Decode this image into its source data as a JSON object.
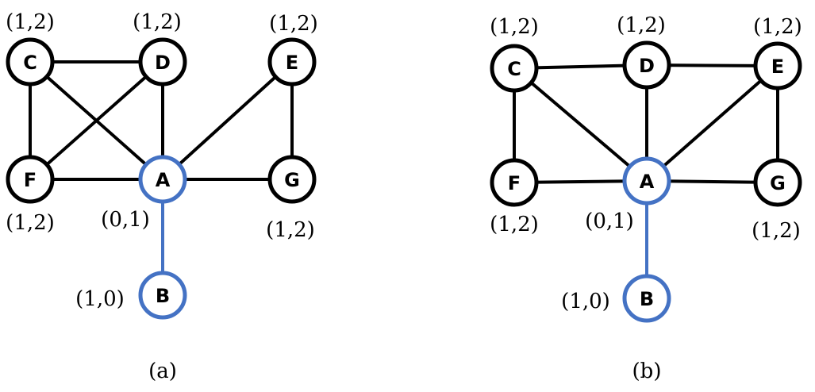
{
  "colors": {
    "default": "#000000",
    "highlight": "#4472c4"
  },
  "graphs": [
    {
      "caption": "(a)",
      "nodes": [
        {
          "id": "C",
          "label": "C",
          "tuple": "(1,2)",
          "highlight": false
        },
        {
          "id": "D",
          "label": "D",
          "tuple": "(1,2)",
          "highlight": false
        },
        {
          "id": "E",
          "label": "E",
          "tuple": "(1,2)",
          "highlight": false
        },
        {
          "id": "F",
          "label": "F",
          "tuple": "(1,2)",
          "highlight": false
        },
        {
          "id": "A",
          "label": "A",
          "tuple": "(0,1)",
          "highlight": true
        },
        {
          "id": "G",
          "label": "G",
          "tuple": "(1,2)",
          "highlight": false
        },
        {
          "id": "B",
          "label": "B",
          "tuple": "(1,0)",
          "highlight": true
        }
      ],
      "edges": [
        {
          "from": "C",
          "to": "D",
          "highlight": false
        },
        {
          "from": "C",
          "to": "F",
          "highlight": false
        },
        {
          "from": "C",
          "to": "A",
          "highlight": false
        },
        {
          "from": "D",
          "to": "F",
          "highlight": false
        },
        {
          "from": "D",
          "to": "A",
          "highlight": false
        },
        {
          "from": "E",
          "to": "A",
          "highlight": false
        },
        {
          "from": "E",
          "to": "G",
          "highlight": false
        },
        {
          "from": "F",
          "to": "A",
          "highlight": false
        },
        {
          "from": "A",
          "to": "G",
          "highlight": false
        },
        {
          "from": "A",
          "to": "B",
          "highlight": true
        }
      ]
    },
    {
      "caption": "(b)",
      "nodes": [
        {
          "id": "C",
          "label": "C",
          "tuple": "(1,2)",
          "highlight": false
        },
        {
          "id": "D",
          "label": "D",
          "tuple": "(1,2)",
          "highlight": false
        },
        {
          "id": "E",
          "label": "E",
          "tuple": "(1,2)",
          "highlight": false
        },
        {
          "id": "F",
          "label": "F",
          "tuple": "(1,2)",
          "highlight": false
        },
        {
          "id": "A",
          "label": "A",
          "tuple": "(0,1)",
          "highlight": true
        },
        {
          "id": "G",
          "label": "G",
          "tuple": "(1,2)",
          "highlight": false
        },
        {
          "id": "B",
          "label": "B",
          "tuple": "(1,0)",
          "highlight": true
        }
      ],
      "edges": [
        {
          "from": "C",
          "to": "D",
          "highlight": false
        },
        {
          "from": "C",
          "to": "F",
          "highlight": false
        },
        {
          "from": "C",
          "to": "A",
          "highlight": false
        },
        {
          "from": "D",
          "to": "E",
          "highlight": false
        },
        {
          "from": "D",
          "to": "A",
          "highlight": false
        },
        {
          "from": "E",
          "to": "A",
          "highlight": false
        },
        {
          "from": "E",
          "to": "G",
          "highlight": false
        },
        {
          "from": "F",
          "to": "A",
          "highlight": false
        },
        {
          "from": "A",
          "to": "G",
          "highlight": false
        },
        {
          "from": "A",
          "to": "B",
          "highlight": true
        }
      ]
    }
  ]
}
